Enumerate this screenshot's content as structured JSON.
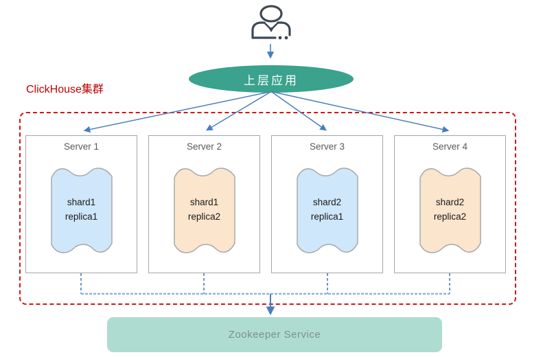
{
  "app": {
    "label": "上层应用"
  },
  "cluster": {
    "label": "ClickHouse集群",
    "servers": [
      {
        "name": "Server 1",
        "shard": "shard1",
        "replica": "replica1",
        "doc_fill": "#cfe7fb"
      },
      {
        "name": "Server 2",
        "shard": "shard1",
        "replica": "replica2",
        "doc_fill": "#fbe5cd"
      },
      {
        "name": "Server 3",
        "shard": "shard2",
        "replica": "replica1",
        "doc_fill": "#cfe7fb"
      },
      {
        "name": "Server 4",
        "shard": "shard2",
        "replica": "replica2",
        "doc_fill": "#fbe5cd"
      }
    ]
  },
  "zookeeper": {
    "label": "Zookeeper Service"
  },
  "icons": {
    "user": "operator-person-icon"
  },
  "colors": {
    "ellipse_fill": "#3aa28d",
    "ellipse_text": "#ffffff",
    "cluster_border_red": "#d01616",
    "cluster_label_red": "#c00000",
    "arrow_blue": "#4a7ebb",
    "dashed_connector_light_blue": "#8fb4dd",
    "doc_fill_blue": "#cfe7fb",
    "doc_fill_orange": "#fbe5cd",
    "doc_stroke": "#a8a8a8",
    "server_border": "#a6a6a6",
    "server_title_text": "#595959",
    "doc_text": "#1a1a1a",
    "zookeeper_fill": "#aedcd1",
    "zookeeper_text": "#7d908e",
    "person_icon_stroke": "#3e4953"
  }
}
